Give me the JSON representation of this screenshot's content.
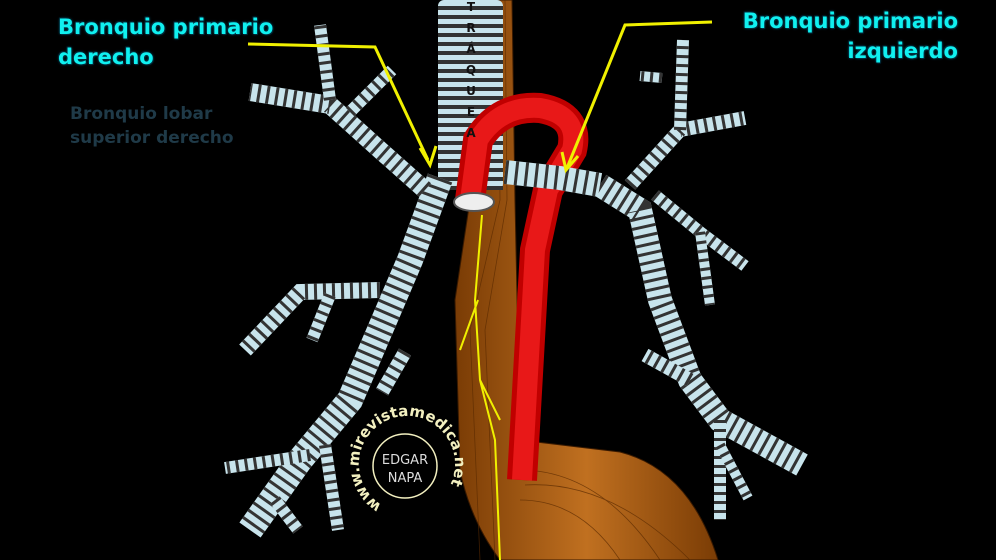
{
  "labels": {
    "right_primary": [
      "Bronquio primario",
      "derecho"
    ],
    "left_primary": [
      "Bronquio primario",
      "izquierdo"
    ],
    "right_upper_lobar": [
      "Bronquio lobar",
      "superior derecho"
    ]
  },
  "trachea_letters": [
    "T",
    "R",
    "Á",
    "Q",
    "U",
    "E",
    "A"
  ],
  "watermark": {
    "url": "www.mirevistamedica.net",
    "author_line1": "EDGAR",
    "author_line2": "NAPA"
  },
  "colors": {
    "label": "#10f0f0",
    "pointer": "#f0f000",
    "aorta": "#e01010",
    "esophagus": "#a85a10",
    "cartilage": "#c8e4ec"
  }
}
